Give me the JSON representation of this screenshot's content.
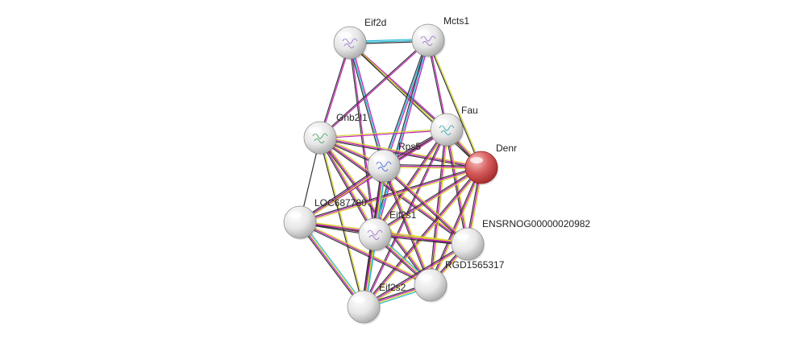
{
  "network": {
    "nodes": [
      {
        "id": "eif2d",
        "label": "Eif2d",
        "color": "white",
        "has_structure": true
      },
      {
        "id": "mcts1",
        "label": "Mcts1",
        "color": "white",
        "has_structure": true
      },
      {
        "id": "gnb2l1",
        "label": "Gnb2l1",
        "color": "white",
        "has_structure": true
      },
      {
        "id": "fau",
        "label": "Fau",
        "color": "white",
        "has_structure": true
      },
      {
        "id": "denr",
        "label": "Denr",
        "color": "red",
        "has_structure": false
      },
      {
        "id": "rps5",
        "label": "Rps5",
        "color": "white",
        "has_structure": true
      },
      {
        "id": "loc687780",
        "label": "LOC687780",
        "color": "white",
        "has_structure": false
      },
      {
        "id": "eif2s1",
        "label": "Eif2s1",
        "color": "white",
        "has_structure": true
      },
      {
        "id": "ensrnog",
        "label": "ENSRNOG00000020982",
        "color": "white",
        "has_structure": false
      },
      {
        "id": "rgd1565317",
        "label": "RGD1565317",
        "color": "white",
        "has_structure": false
      },
      {
        "id": "eif2s2",
        "label": "Eif2s2",
        "color": "white",
        "has_structure": false
      }
    ],
    "edge_colors": {
      "black": "#333333",
      "magenta": "#c01fb8",
      "cyan": "#2ab7d6",
      "yellow": "#d6d62a",
      "blue": "#3d5fd9"
    },
    "edges": [
      {
        "source": "eif2d",
        "target": "mcts1",
        "evidence": [
          "cyan",
          "cyan",
          "black"
        ]
      },
      {
        "source": "eif2d",
        "target": "gnb2l1",
        "evidence": [
          "magenta",
          "black"
        ]
      },
      {
        "source": "eif2d",
        "target": "rps5",
        "evidence": [
          "magenta",
          "cyan",
          "black"
        ]
      },
      {
        "source": "eif2d",
        "target": "eif2s1",
        "evidence": [
          "magenta",
          "black"
        ]
      },
      {
        "source": "eif2d",
        "target": "fau",
        "evidence": [
          "magenta",
          "black"
        ]
      },
      {
        "source": "eif2d",
        "target": "denr",
        "evidence": [
          "yellow",
          "black"
        ]
      },
      {
        "source": "mcts1",
        "target": "gnb2l1",
        "evidence": [
          "magenta",
          "black"
        ]
      },
      {
        "source": "mcts1",
        "target": "rps5",
        "evidence": [
          "magenta",
          "cyan",
          "black"
        ]
      },
      {
        "source": "mcts1",
        "target": "eif2s1",
        "evidence": [
          "magenta",
          "cyan",
          "black"
        ]
      },
      {
        "source": "mcts1",
        "target": "fau",
        "evidence": [
          "magenta",
          "black"
        ]
      },
      {
        "source": "mcts1",
        "target": "denr",
        "evidence": [
          "yellow",
          "black"
        ]
      },
      {
        "source": "gnb2l1",
        "target": "fau",
        "evidence": [
          "yellow",
          "magenta"
        ]
      },
      {
        "source": "gnb2l1",
        "target": "denr",
        "evidence": [
          "yellow",
          "magenta",
          "black"
        ]
      },
      {
        "source": "gnb2l1",
        "target": "rps5",
        "evidence": [
          "yellow",
          "magenta",
          "black"
        ]
      },
      {
        "source": "gnb2l1",
        "target": "loc687780",
        "evidence": [
          "black"
        ]
      },
      {
        "source": "gnb2l1",
        "target": "eif2s1",
        "evidence": [
          "yellow",
          "magenta",
          "black"
        ]
      },
      {
        "source": "gnb2l1",
        "target": "ensrnog",
        "evidence": [
          "yellow",
          "magenta",
          "black"
        ]
      },
      {
        "source": "gnb2l1",
        "target": "rgd1565317",
        "evidence": [
          "yellow",
          "magenta",
          "black"
        ]
      },
      {
        "source": "gnb2l1",
        "target": "eif2s2",
        "evidence": [
          "yellow",
          "black"
        ]
      },
      {
        "source": "fau",
        "target": "denr",
        "evidence": [
          "yellow",
          "magenta",
          "black"
        ]
      },
      {
        "source": "fau",
        "target": "rps5",
        "evidence": [
          "yellow",
          "magenta",
          "black"
        ]
      },
      {
        "source": "fau",
        "target": "loc687780",
        "evidence": [
          "magenta",
          "black"
        ]
      },
      {
        "source": "fau",
        "target": "eif2s1",
        "evidence": [
          "yellow",
          "magenta",
          "black"
        ]
      },
      {
        "source": "fau",
        "target": "ensrnog",
        "evidence": [
          "yellow",
          "magenta",
          "black"
        ]
      },
      {
        "source": "fau",
        "target": "rgd1565317",
        "evidence": [
          "yellow",
          "magenta",
          "black"
        ]
      },
      {
        "source": "fau",
        "target": "eif2s2",
        "evidence": [
          "magenta",
          "black"
        ]
      },
      {
        "source": "denr",
        "target": "rps5",
        "evidence": [
          "yellow",
          "magenta",
          "black"
        ]
      },
      {
        "source": "denr",
        "target": "loc687780",
        "evidence": [
          "yellow",
          "magenta",
          "black"
        ]
      },
      {
        "source": "denr",
        "target": "eif2s1",
        "evidence": [
          "yellow",
          "magenta",
          "black"
        ]
      },
      {
        "source": "denr",
        "target": "ensrnog",
        "evidence": [
          "yellow",
          "magenta",
          "black"
        ]
      },
      {
        "source": "denr",
        "target": "rgd1565317",
        "evidence": [
          "yellow",
          "magenta",
          "black"
        ]
      },
      {
        "source": "denr",
        "target": "eif2s2",
        "evidence": [
          "yellow",
          "magenta",
          "black"
        ]
      },
      {
        "source": "rps5",
        "target": "loc687780",
        "evidence": [
          "yellow",
          "magenta",
          "black"
        ]
      },
      {
        "source": "rps5",
        "target": "eif2s1",
        "evidence": [
          "cyan",
          "yellow",
          "magenta",
          "black"
        ]
      },
      {
        "source": "rps5",
        "target": "ensrnog",
        "evidence": [
          "yellow",
          "magenta",
          "black"
        ]
      },
      {
        "source": "rps5",
        "target": "rgd1565317",
        "evidence": [
          "yellow",
          "magenta",
          "black"
        ]
      },
      {
        "source": "rps5",
        "target": "eif2s2",
        "evidence": [
          "cyan",
          "yellow",
          "magenta",
          "black"
        ]
      },
      {
        "source": "loc687780",
        "target": "eif2s1",
        "evidence": [
          "yellow",
          "magenta",
          "black"
        ]
      },
      {
        "source": "loc687780",
        "target": "ensrnog",
        "evidence": [
          "yellow",
          "magenta",
          "black"
        ]
      },
      {
        "source": "loc687780",
        "target": "rgd1565317",
        "evidence": [
          "yellow",
          "magenta",
          "black"
        ]
      },
      {
        "source": "loc687780",
        "target": "eif2s2",
        "evidence": [
          "cyan",
          "yellow",
          "magenta",
          "black"
        ]
      },
      {
        "source": "eif2s1",
        "target": "ensrnog",
        "evidence": [
          "yellow",
          "magenta",
          "black"
        ]
      },
      {
        "source": "eif2s1",
        "target": "rgd1565317",
        "evidence": [
          "cyan",
          "yellow",
          "magenta",
          "black"
        ]
      },
      {
        "source": "eif2s1",
        "target": "eif2s2",
        "evidence": [
          "cyan",
          "yellow",
          "magenta",
          "black"
        ]
      },
      {
        "source": "ensrnog",
        "target": "rgd1565317",
        "evidence": [
          "yellow",
          "magenta",
          "black"
        ]
      },
      {
        "source": "ensrnog",
        "target": "eif2s2",
        "evidence": [
          "yellow",
          "magenta",
          "black"
        ]
      },
      {
        "source": "rgd1565317",
        "target": "eif2s2",
        "evidence": [
          "cyan",
          "yellow",
          "magenta",
          "black"
        ]
      }
    ]
  }
}
